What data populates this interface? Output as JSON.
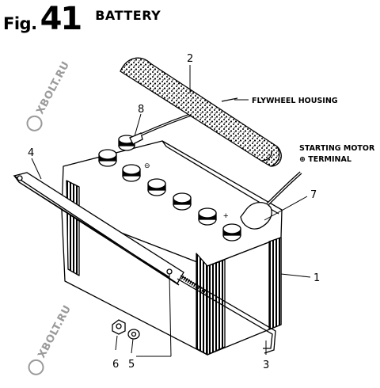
{
  "header": {
    "fig_label": "Fig.",
    "fig_number": "41",
    "title": "BATTERY"
  },
  "watermark": {
    "text": "XBOLT.RU"
  },
  "callouts": {
    "battery": "1",
    "cover": "2",
    "bolt": "3",
    "clamp": "4",
    "washer": "5",
    "nut": "6",
    "positive_cable": "7",
    "negative_cable": "8"
  },
  "notes": {
    "flywheel": "FLYWHEEL HOUSING",
    "starting_line1": "STARTING MOTOR",
    "starting_line2": "⊕ TERMINAL"
  }
}
